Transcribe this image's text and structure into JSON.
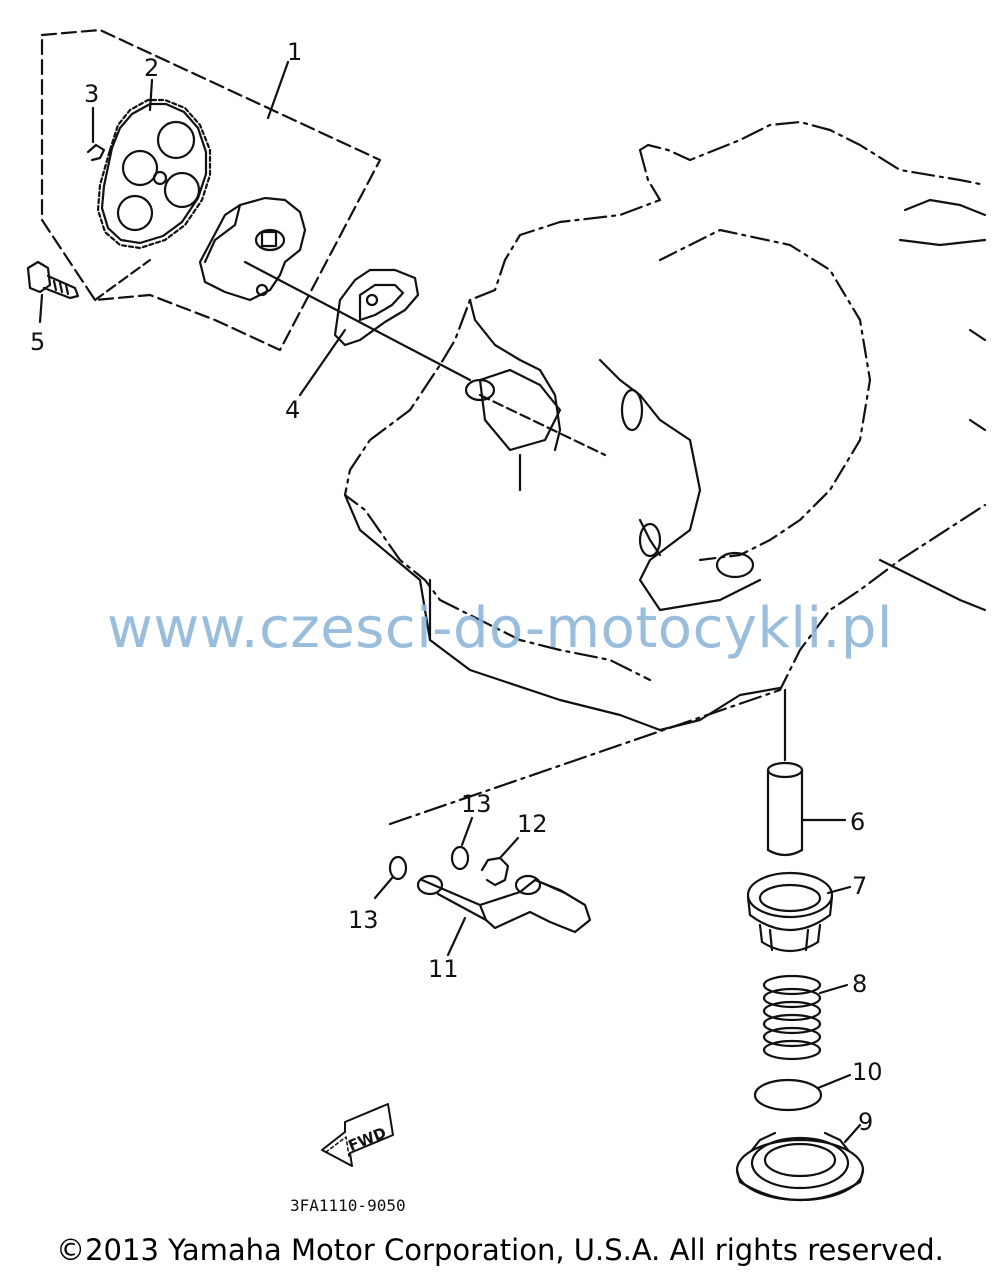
{
  "diagram": {
    "callouts": [
      "1",
      "2",
      "3",
      "4",
      "5",
      "6",
      "7",
      "8",
      "9",
      "10",
      "11",
      "12",
      "13"
    ],
    "part_number": "3FA1110-9050",
    "fwd_label": "FWD"
  },
  "watermark": "www.czesci-do-motocykli.pl",
  "copyright": "©2013 Yamaha Motor Corporation, U.S.A. All rights reserved."
}
